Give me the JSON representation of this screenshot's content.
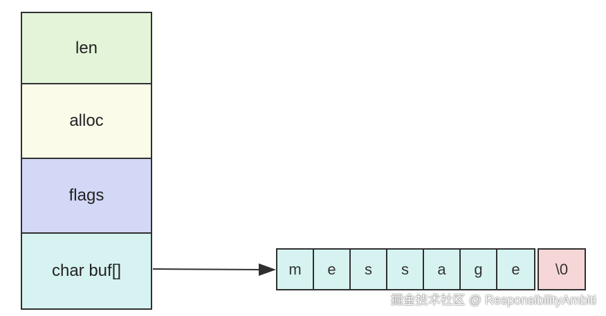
{
  "sds": {
    "fields": [
      {
        "label": "len"
      },
      {
        "label": "alloc"
      },
      {
        "label": "flags"
      },
      {
        "label": "char buf[]"
      }
    ]
  },
  "buffer": {
    "chars": [
      "m",
      "e",
      "s",
      "s",
      "a",
      "g",
      "e"
    ],
    "terminator": "\\0"
  },
  "watermark": "掘金技术社区 @ ResponsibilityAmbiti"
}
